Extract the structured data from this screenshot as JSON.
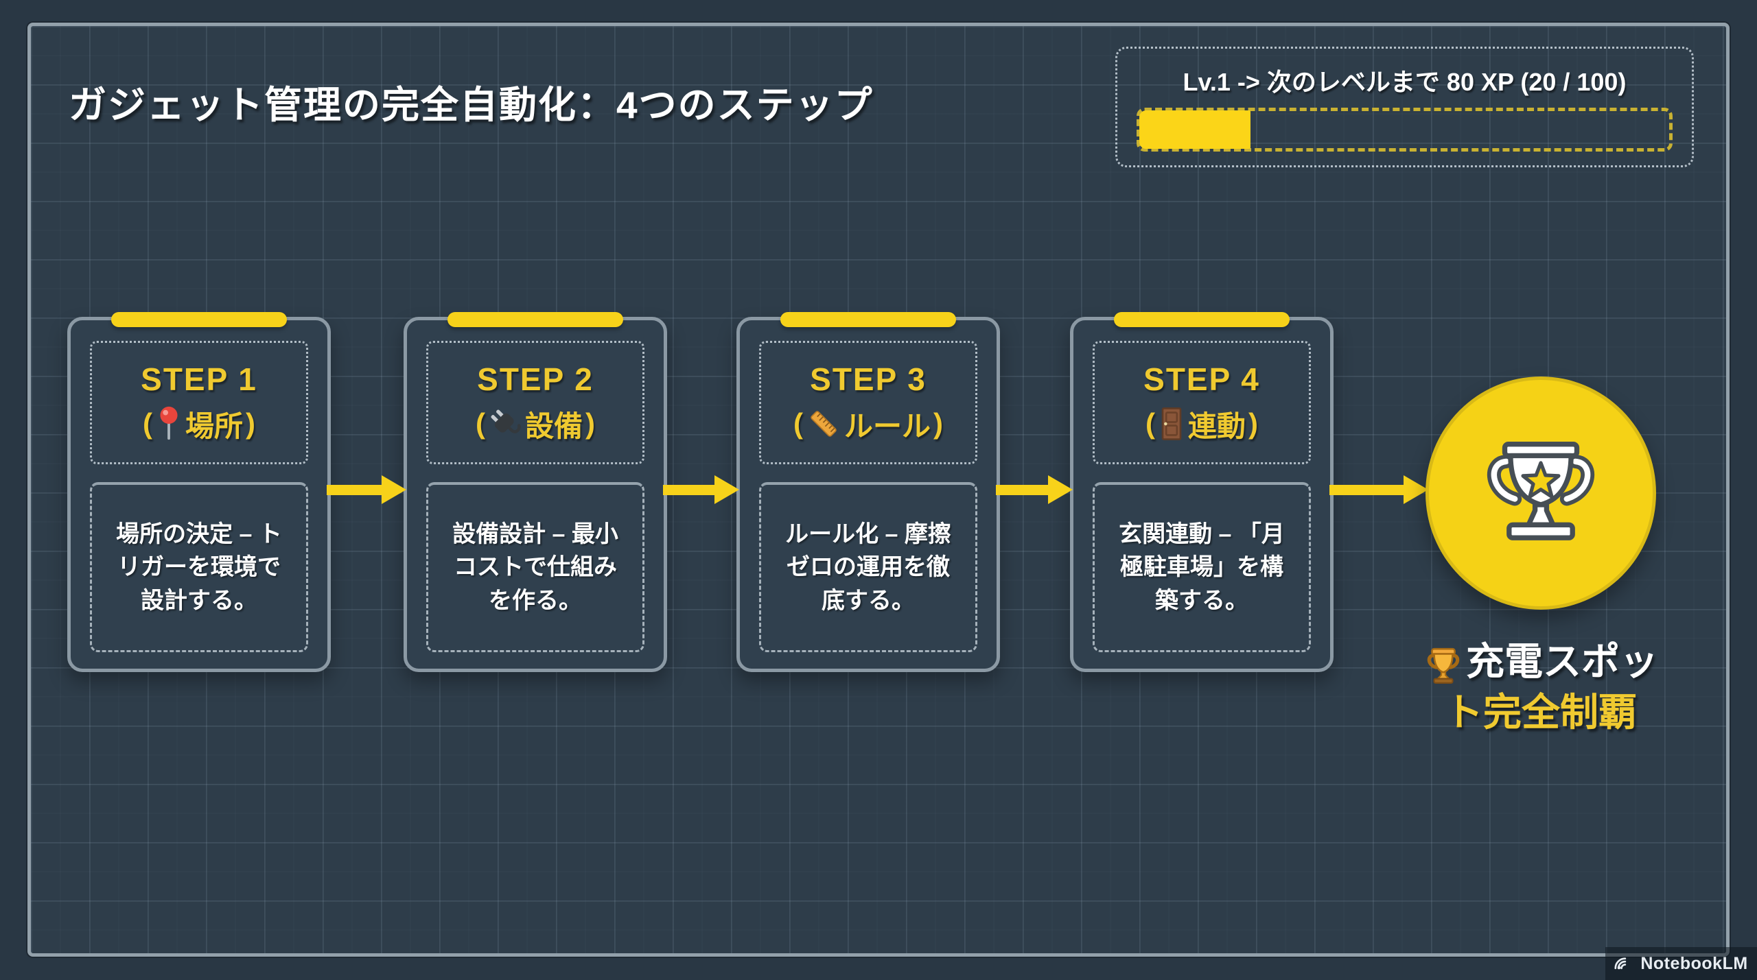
{
  "page": {
    "title": "ガジェット管理の完全自動化：4つのステップ"
  },
  "xp_panel": {
    "label": "Lv.1 -> 次のレベルまで 80 XP (20 / 100)",
    "level": "Lv.1",
    "xp_to_next": 80,
    "progress_current": 20,
    "progress_max": 100,
    "progress_percent": 21
  },
  "ui": {
    "paren_open": "(",
    "paren_close": ")"
  },
  "steps": [
    {
      "step_label": "STEP 1",
      "icon": "pushpin-icon",
      "keyword": "場所",
      "body": "場所の決定 – トリガーを環境で設計する。"
    },
    {
      "step_label": "STEP 2",
      "icon": "plug-icon",
      "keyword": "設備",
      "body": "設備設計 – 最小コストで仕組みを作る。"
    },
    {
      "step_label": "STEP 3",
      "icon": "ruler-icon",
      "keyword": "ルール",
      "body": "ルール化 – 摩擦ゼロの運用を徹底する。"
    },
    {
      "step_label": "STEP 4",
      "icon": "door-icon",
      "keyword": "連動",
      "body": "玄関連動 – 「月極駐車場」を構築する。"
    }
  ],
  "goal": {
    "badge_icon": "trophy-badge-icon",
    "caption_icon": "trophy-emoji-icon",
    "caption_line1": "充電スポッ",
    "caption_line2": "ト完全制覇"
  },
  "watermark": {
    "icon": "notebooklm-logo-icon",
    "label": "NotebookLM"
  },
  "colors": {
    "background": "#293744",
    "frame_fill": "#2e3d4a",
    "card_fill": "#30404e",
    "border_gray": "#93a1ab",
    "accent_yellow": "#f7d21a",
    "step_title_yellow": "#f0ca30",
    "trophy_circle_yellow": "#f5d216",
    "text_white": "#ffffff"
  }
}
